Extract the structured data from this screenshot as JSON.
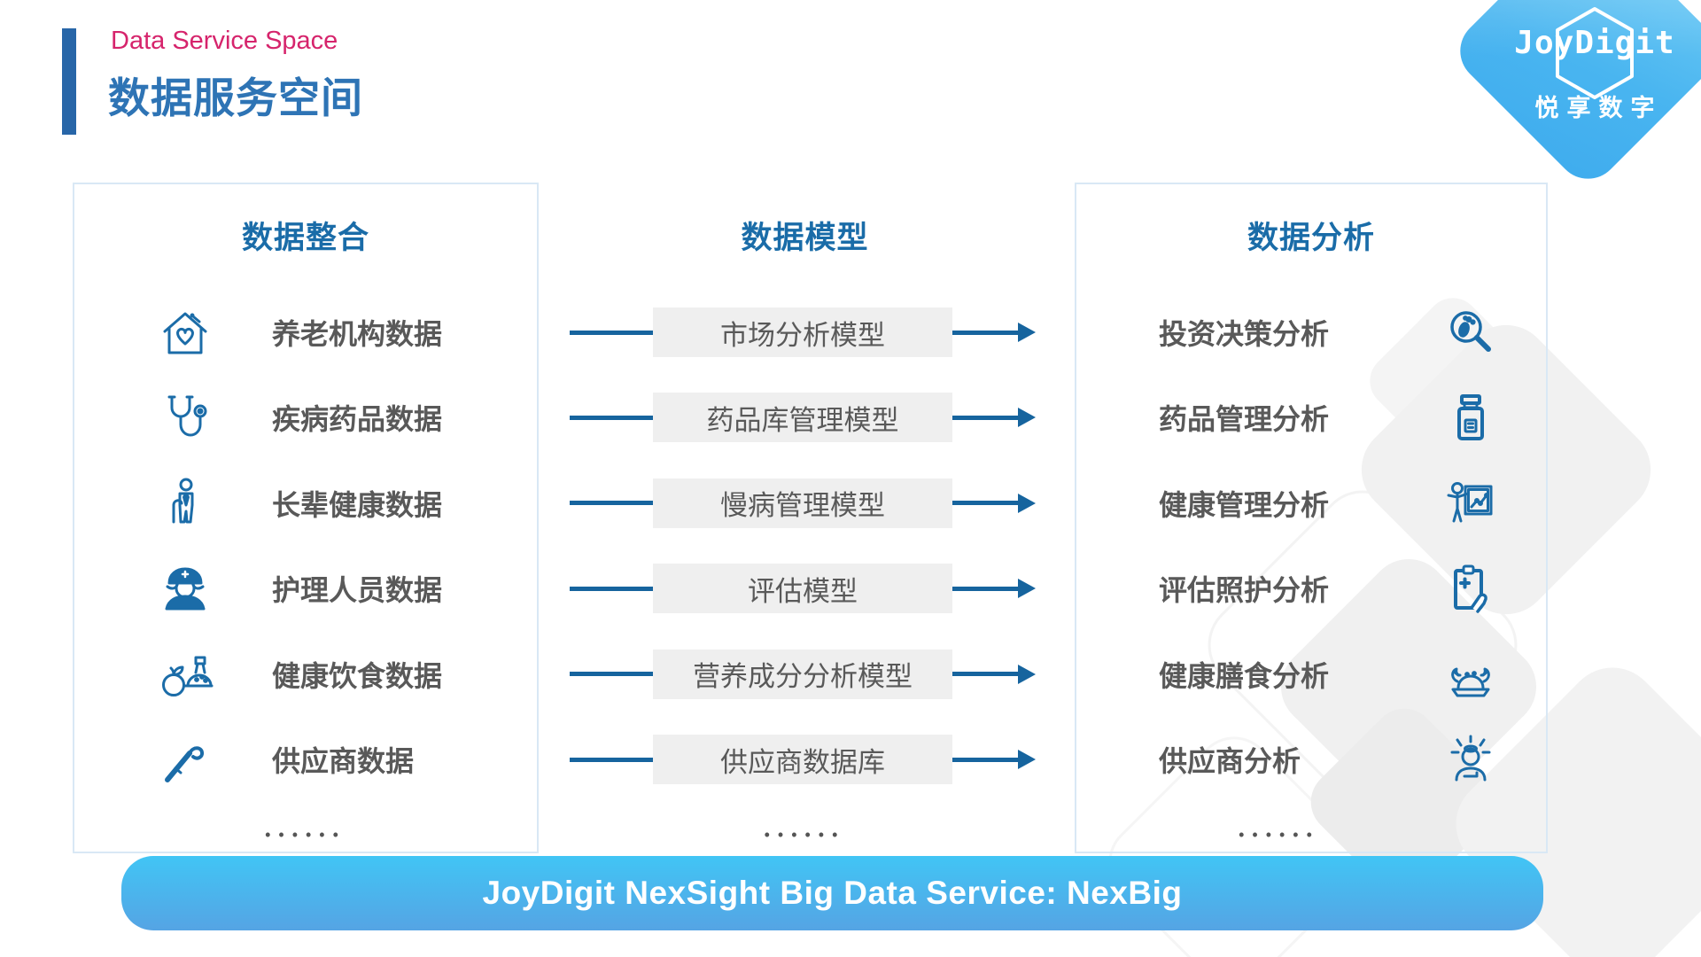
{
  "header": {
    "subtitle_en": "Data Service Space",
    "title_zh": "数据服务空间"
  },
  "logo": {
    "brand_en": "JoyDigit",
    "brand_zh": "悦享数字"
  },
  "columns": {
    "integration": {
      "title": "数据整合",
      "items": [
        {
          "icon": "house-heart-icon",
          "label": "养老机构数据"
        },
        {
          "icon": "stethoscope-icon",
          "label": "疾病药品数据"
        },
        {
          "icon": "elderly-person-icon",
          "label": "长辈健康数据"
        },
        {
          "icon": "nurse-icon",
          "label": "护理人员数据"
        },
        {
          "icon": "healthy-food-icon",
          "label": "健康饮食数据"
        },
        {
          "icon": "supplier-cane-icon",
          "label": "供应商数据"
        }
      ],
      "ellipsis": "••••••"
    },
    "model": {
      "title": "数据模型",
      "items": [
        "市场分析模型",
        "药品库管理模型",
        "慢病管理模型",
        "评估模型",
        "营养成分分析模型",
        "供应商数据库"
      ],
      "ellipsis": "••••••"
    },
    "analysis": {
      "title": "数据分析",
      "items": [
        {
          "icon": "magnifier-footprint-icon",
          "label": "投资决策分析"
        },
        {
          "icon": "medicine-bottle-icon",
          "label": "药品管理分析"
        },
        {
          "icon": "health-chart-person-icon",
          "label": "健康管理分析"
        },
        {
          "icon": "clipboard-care-icon",
          "label": "评估照护分析"
        },
        {
          "icon": "meal-dish-icon",
          "label": "健康膳食分析"
        },
        {
          "icon": "idea-person-icon",
          "label": "供应商分析"
        }
      ],
      "ellipsis": "••••••"
    }
  },
  "footer": {
    "banner_text": "JoyDigit NexSight Big Data Service: NexBig"
  },
  "theme": {
    "accent_pink": "#D6246C",
    "title_blue": "#2E74B5",
    "header_blue": "#1A6CA8",
    "icon_blue": "#1B6CA8",
    "label_gray": "#595959",
    "box_gray": "#EFEFEF",
    "arrow_blue": "#16649E",
    "panel_border": "#D9E8F5",
    "banner_top": "#41C5F5",
    "banner_bottom": "#55A4E4",
    "logo_blue": "#49B5F0"
  }
}
